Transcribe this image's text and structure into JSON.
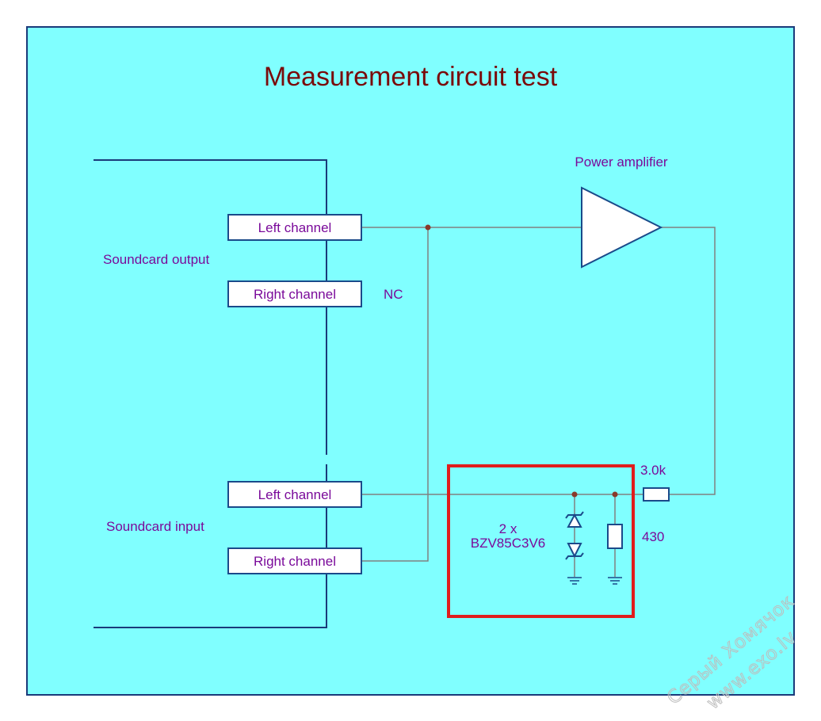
{
  "diagram": {
    "title": "Measurement circuit test",
    "labels": {
      "soundcard_output": "Soundcard output",
      "soundcard_input": "Soundcard input",
      "nc": "NC",
      "power_amplifier": "Power amplifier",
      "resistor_series": "3.0k",
      "resistor_shunt": "430",
      "zener_count": "2 x",
      "zener_part": "BZV85C3V6"
    },
    "connectors": {
      "output_left": "Left channel",
      "output_right": "Right channel",
      "input_left": "Left channel",
      "input_right": "Right channel"
    },
    "watermark": [
      "Серый Хомячок",
      "www.exo.lv"
    ],
    "colors": {
      "background": "#80ffff",
      "frame": "#1a3a7a",
      "wire": "#808080",
      "component": "#1a4a8a",
      "junction": "#8a3a2a",
      "highlight": "#e01c1c",
      "title": "#7a0a0a",
      "label": "#7a0a9a"
    }
  }
}
